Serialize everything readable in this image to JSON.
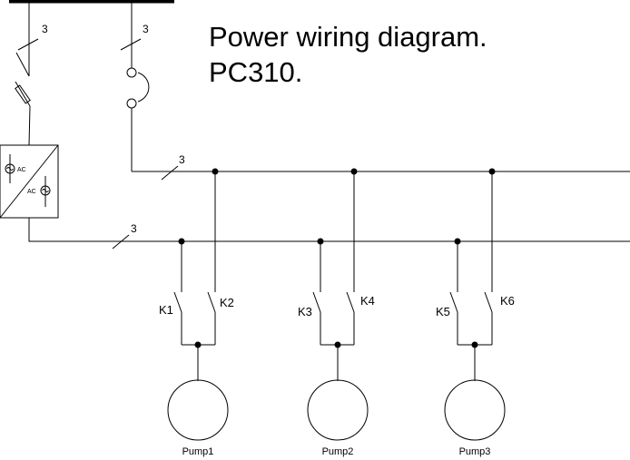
{
  "title": {
    "line1": "Power wiring diagram.",
    "line2": "PC310."
  },
  "wire_counts": {
    "left_drop": "3",
    "right_drop": "3",
    "upper_bus": "3",
    "lower_bus": "3"
  },
  "converter": {
    "input_label": "AC",
    "output_label": "AC"
  },
  "contacts": [
    "K1",
    "K2",
    "K3",
    "K4",
    "K5",
    "K6"
  ],
  "pumps": [
    "Pump1",
    "Pump2",
    "Pump3"
  ],
  "colors": {
    "line": "#000000",
    "background": "#ffffff"
  }
}
